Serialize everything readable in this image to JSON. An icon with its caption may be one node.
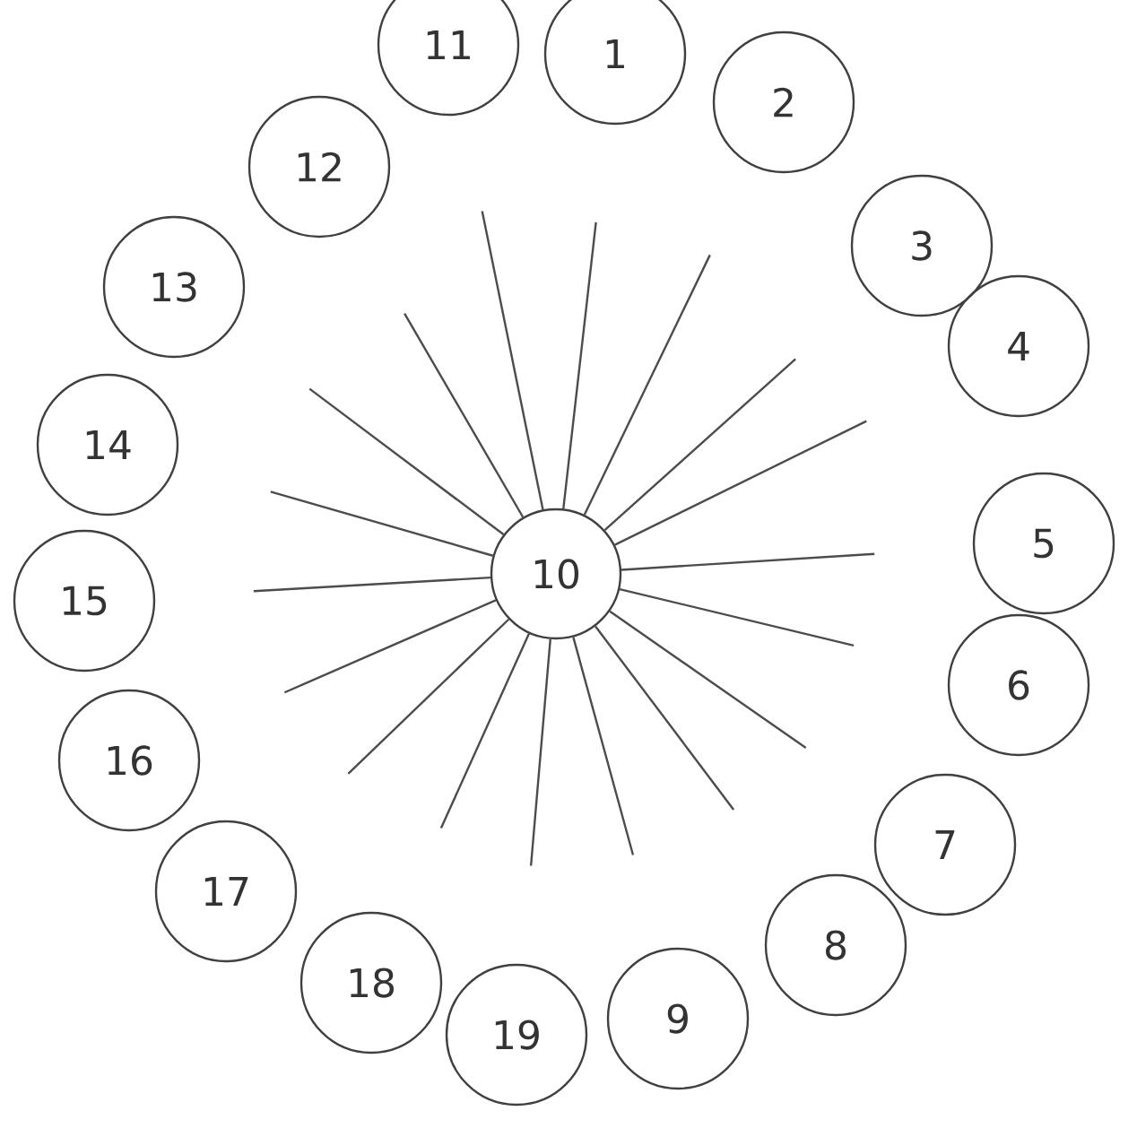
{
  "diagram": {
    "nodes": [
      {
        "text": [
          "10"
        ]
      },
      {
        "text": [
          "1"
        ]
      },
      {
        "text": [
          "2"
        ]
      },
      {
        "text": [
          "3"
        ]
      },
      {
        "text": [
          "4"
        ]
      },
      {
        "text": [
          "5"
        ]
      },
      {
        "text": [
          "6"
        ]
      },
      {
        "text": [
          "7"
        ]
      },
      {
        "text": [
          "8"
        ]
      },
      {
        "text": [
          "9"
        ]
      },
      {
        "text": [
          "19"
        ]
      },
      {
        "text": [
          "18"
        ]
      },
      {
        "text": [
          "17"
        ]
      },
      {
        "text": [
          "16"
        ]
      },
      {
        "text": [
          "15"
        ]
      },
      {
        "text": [
          "14"
        ]
      },
      {
        "text": [
          "13"
        ]
      },
      {
        "text": [
          "12"
        ]
      },
      {
        "text": [
          "11"
        ]
      }
    ],
    "edges": [
      {
        "from": 0,
        "to": 1,
        "arrow": "none"
      },
      {
        "from": 0,
        "to": 2,
        "arrow": "none"
      },
      {
        "from": 0,
        "to": 3,
        "arrow": "none"
      },
      {
        "from": 0,
        "to": 4,
        "arrow": "none"
      },
      {
        "from": 0,
        "to": 5,
        "arrow": "none"
      },
      {
        "from": 0,
        "to": 6,
        "arrow": "none"
      },
      {
        "from": 0,
        "to": 7,
        "arrow": "none"
      },
      {
        "from": 0,
        "to": 8,
        "arrow": "none"
      },
      {
        "from": 0,
        "to": 9,
        "arrow": "none"
      },
      {
        "from": 0,
        "to": 10,
        "arrow": "none"
      },
      {
        "from": 0,
        "to": 11,
        "arrow": "none"
      },
      {
        "from": 0,
        "to": 12,
        "arrow": "none"
      },
      {
        "from": 0,
        "to": 13,
        "arrow": "none"
      },
      {
        "from": 0,
        "to": 14,
        "arrow": "none"
      },
      {
        "from": 0,
        "to": 15,
        "arrow": "none"
      },
      {
        "from": 0,
        "to": 16,
        "arrow": "none"
      },
      {
        "from": 0,
        "to": 17,
        "arrow": "none"
      },
      {
        "from": 0,
        "to": 18,
        "arrow": "none"
      }
    ]
  }
}
